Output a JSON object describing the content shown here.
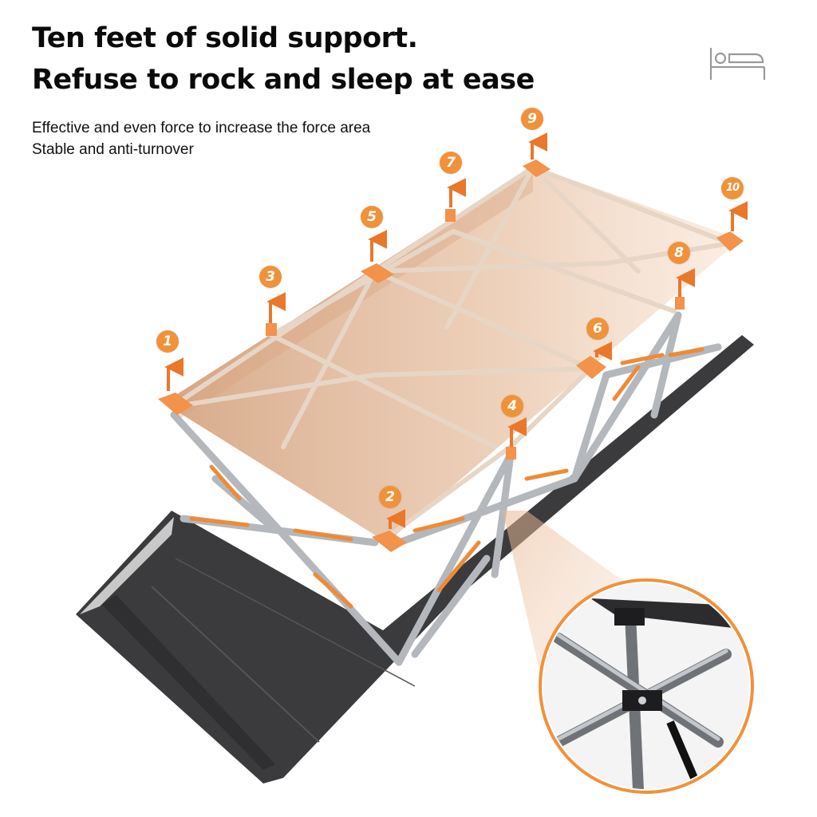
{
  "headline": {
    "line1": "Ten feet of solid support.",
    "line2": "Refuse to rock and sleep at ease"
  },
  "features": [
    "Effective and even force to increase the force area",
    "Stable and anti-turnover"
  ],
  "support_points": [
    "1",
    "2",
    "3",
    "4",
    "5",
    "6",
    "7",
    "8",
    "9",
    "10"
  ],
  "icons": {
    "top_right": "bed-icon"
  },
  "colors": {
    "accent": "#f0923a",
    "fabric": "#3a3a3c",
    "frame": "#b9bdc2",
    "overlay": "#d9a37a"
  }
}
